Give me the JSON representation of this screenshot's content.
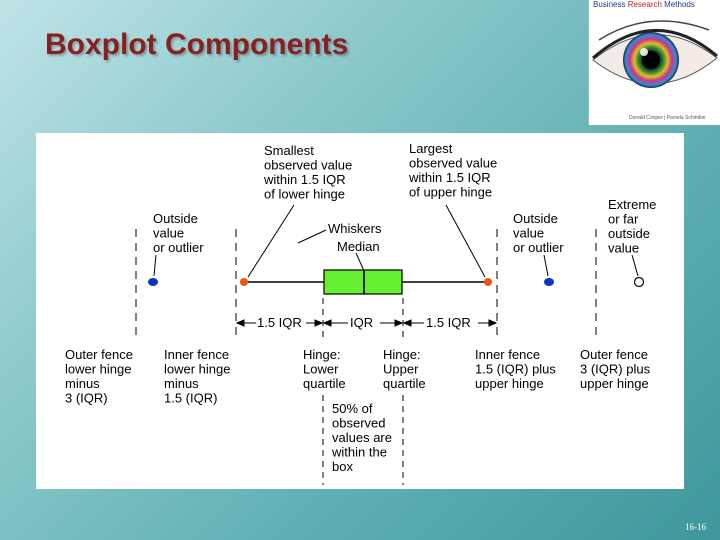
{
  "slide": {
    "title": "Boxplot Components",
    "page_number": "16-16"
  },
  "logo": {
    "brand_part1": "Business ",
    "brand_part2": "Research",
    "brand_part3": " Methods",
    "subtitle": "Donald Cooper | Pamela Schindler"
  },
  "colors": {
    "box_fill": "#66ee33",
    "outlier_blue": "#1133bb",
    "fence_point_orange": "#ee5511",
    "title_red": "#8a1f1f"
  },
  "labels": {
    "smallest": [
      "Smallest",
      "observed value",
      "within 1.5 IQR",
      "of lower hinge"
    ],
    "largest": [
      "Largest",
      "observed value",
      "within 1.5 IQR",
      "of upper hinge"
    ],
    "outside_left": [
      "Outside",
      "value",
      "or outlier"
    ],
    "outside_right": [
      "Outside",
      "value",
      "or outlier"
    ],
    "extreme": [
      "Extreme",
      "or far",
      "outside",
      "value"
    ],
    "whiskers": "Whiskers",
    "median": "Median",
    "iqr_left": "1.5 IQR",
    "iqr_mid": "IQR",
    "iqr_right": "1.5 IQR",
    "outer_fence_lower": [
      "Outer fence",
      "lower hinge",
      "minus",
      "3 (IQR)"
    ],
    "inner_fence_lower": [
      "Inner fence",
      "lower hinge",
      "minus",
      "1.5 (IQR)"
    ],
    "hinge_lower": [
      "Hinge:",
      "Lower",
      "quartile"
    ],
    "hinge_upper": [
      "Hinge:",
      "Upper",
      "quartile"
    ],
    "inner_fence_upper": [
      "Inner fence",
      "1.5 (IQR) plus",
      "upper hinge"
    ],
    "outer_fence_upper": [
      "Outer fence",
      "3 (IQR) plus",
      "upper hinge"
    ],
    "fifty_percent": [
      "50% of",
      "observed",
      "values are",
      "within the",
      "box"
    ]
  }
}
